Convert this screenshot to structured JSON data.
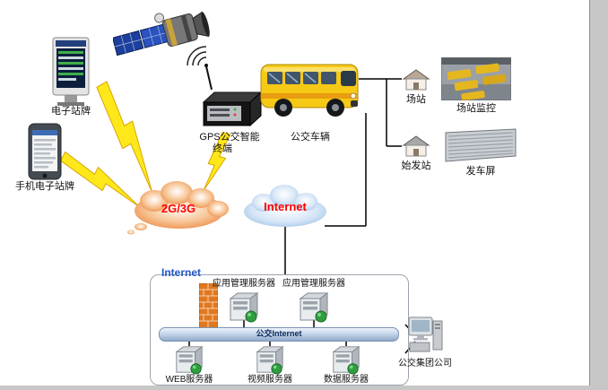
{
  "page": {
    "background": "#ffffff",
    "edge_strip_color": "#c7c7c7"
  },
  "colors": {
    "cloud_2g3g_edge": "#ec8440",
    "cloud_internet_edge": "#9dc0e6",
    "lightning_fill": "#ffe81a",
    "lightning_stroke": "#d9a400",
    "bus_body": "#f6c915",
    "firewall": "#e07820",
    "cloud_text_red": "#ff0000",
    "internet_text_blue": "#2356c8",
    "connector_line": "#000000"
  },
  "icons": [
    "satellite-icon",
    "kiosk-icon",
    "phone-icon",
    "gps-terminal-icon",
    "antenna-icon",
    "signal-arcs-icon",
    "bus-icon",
    "station-house-icon",
    "origin-house-icon",
    "depot-photo",
    "departure-screen-icon",
    "cloud-2g3g",
    "cloud-internet",
    "lightning-bolt",
    "firewall-icon",
    "app-server-icon",
    "web-server-icon",
    "video-server-icon",
    "data-server-icon",
    "workstation-icon"
  ],
  "labels": {
    "kiosk": "电子站牌",
    "phone": "手机电子站牌",
    "gps_line1": "GPS公交智能",
    "gps_line2": "终端",
    "bus": "公交车辆",
    "station": "场站",
    "station_monitor": "场站监控",
    "origin": "始发站",
    "departure_screen": "发车屏",
    "cloud_2g3g": "2G/3G",
    "cloud_internet": "Internet",
    "box_internet": "Internet",
    "app_server_1": "应用管理服务器",
    "app_server_2": "应用管理服务器",
    "backbone": "公交Internet",
    "web_server": "WEB服务器",
    "video_server": "视频服务器",
    "data_server": "数据服务器",
    "company": "公交集团公司"
  }
}
